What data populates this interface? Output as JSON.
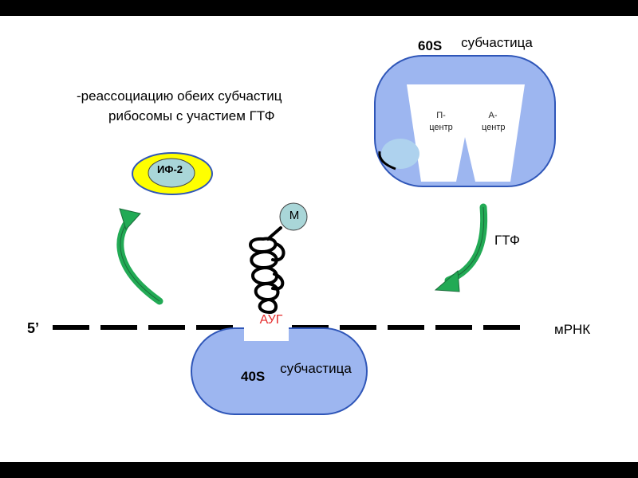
{
  "caption": {
    "line1": "-реассоциацию обеих субчастиц",
    "line2": "рибосомы с участием ГТФ"
  },
  "large_subunit": {
    "name": "60S",
    "label": "субчастица",
    "p_site": "П-центр",
    "a_site": "А-центр"
  },
  "small_subunit": {
    "name": "40S",
    "label": "субчастица"
  },
  "factor": {
    "label": "ИФ-2"
  },
  "amino_acid": {
    "label": "М"
  },
  "gtp": {
    "label": "ГТФ"
  },
  "mrna": {
    "end_label": "5’",
    "label": "мРНК",
    "codon": "АУГ"
  },
  "colors": {
    "background": "#000000",
    "slide": "#ffffff",
    "subunit_fill": "#9db6f0",
    "subunit_stroke": "#2f56b8",
    "factor_ring": "#ffff00",
    "factor_core": "#a9d6d8",
    "arrow": "#22aa55",
    "codon_text": "#e52b2b"
  },
  "icons": [
    "curved-arrow-icon",
    "trna-coil-icon"
  ]
}
